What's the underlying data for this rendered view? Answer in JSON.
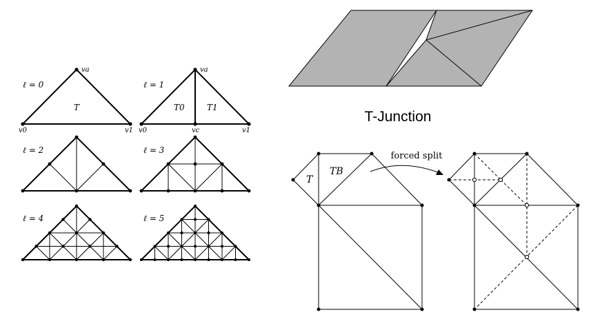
{
  "refinement": {
    "levels": [
      {
        "label": "ℓ = 0"
      },
      {
        "label": "ℓ = 1"
      },
      {
        "label": "ℓ = 2"
      },
      {
        "label": "ℓ = 3"
      },
      {
        "label": "ℓ = 4"
      },
      {
        "label": "ℓ = 5"
      }
    ],
    "vertex_labels": {
      "va": "va",
      "v0": "v0",
      "v1": "v1",
      "vc": "vc"
    },
    "triangle_labels": {
      "T": "T",
      "T0": "T0",
      "T1": "T1"
    }
  },
  "tjunction": {
    "title": "T-Junction",
    "fill_color": "#b3b3b3"
  },
  "forced_split": {
    "label": "forced split",
    "T": "T",
    "TB": "TB"
  }
}
